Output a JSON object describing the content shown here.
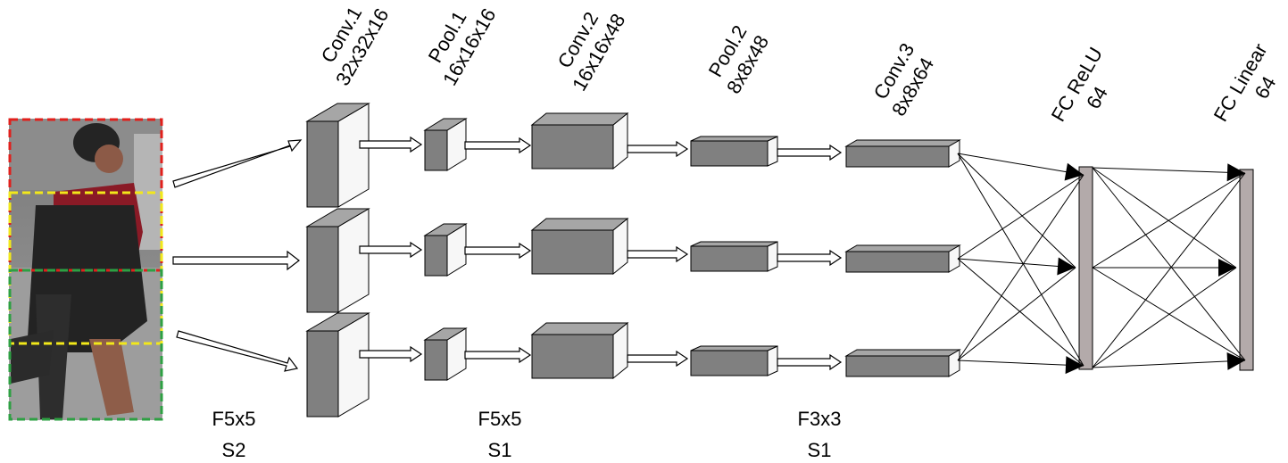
{
  "layer_labels": [
    {
      "name": "Conv.1",
      "dims": "32x32x16"
    },
    {
      "name": "Pool.1",
      "dims": "16x16x16"
    },
    {
      "name": "Conv.2",
      "dims": "16x16x48"
    },
    {
      "name": "Pool.2",
      "dims": "8x8x48"
    },
    {
      "name": "Conv.3",
      "dims": "8x8x64"
    },
    {
      "name": "FC ReLU",
      "dims": "64"
    },
    {
      "name": "FC Linear",
      "dims": "64"
    }
  ],
  "filter_labels": [
    {
      "filter": "F5x5",
      "stride": "S2"
    },
    {
      "filter": "F5x5",
      "stride": "S1"
    },
    {
      "filter": "F3x3",
      "stride": "S1"
    }
  ],
  "branches": [
    "top",
    "middle",
    "bottom"
  ],
  "input_image": {
    "description_icon": "pedestrian-photo",
    "region_colors": [
      "#e0201c",
      "#f2e81a",
      "#2ea043"
    ]
  },
  "colors": {
    "block_front": "#808080",
    "block_top": "#a6a6a6",
    "block_side": "#f7f7f7",
    "fc_bar": "#b3aaaa",
    "edge": "#000000"
  }
}
